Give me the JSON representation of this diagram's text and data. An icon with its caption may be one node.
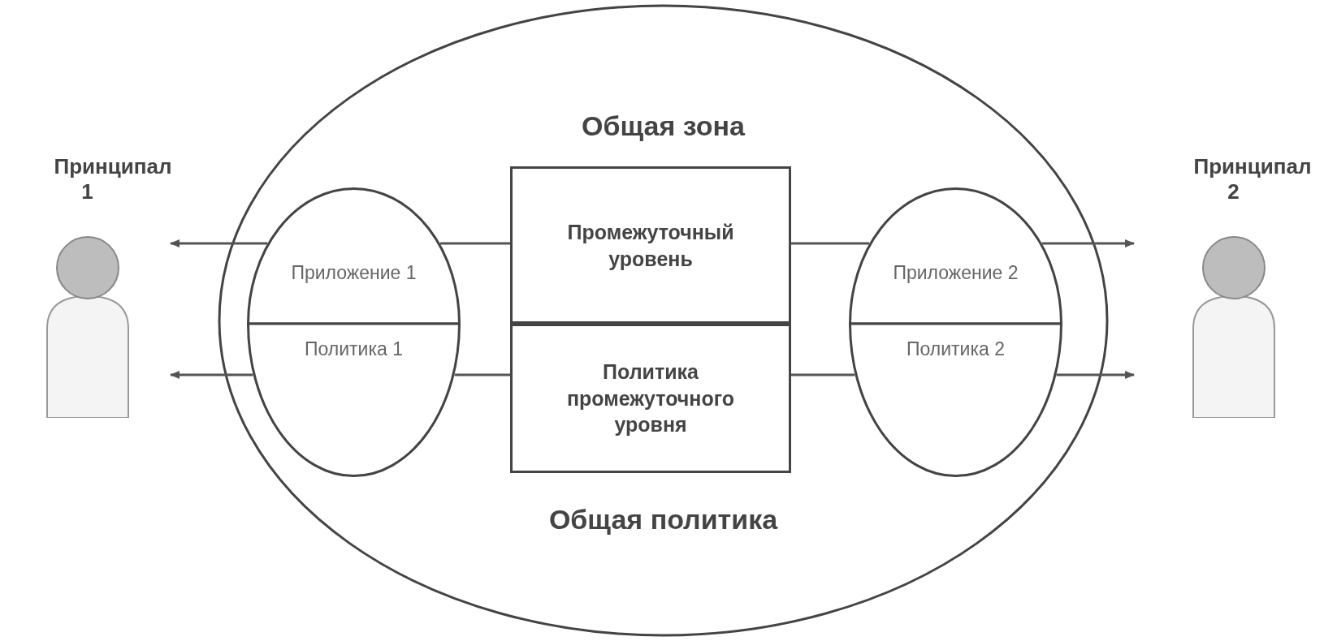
{
  "diagram": {
    "nodes": [
      {
        "text": [
          "Общая зона",
          "Общая политика"
        ]
      },
      {
        "text": [
          "Принципал 1"
        ]
      },
      {
        "text": [
          "Приложение 1"
        ],
        "in": 0
      },
      {
        "text": [
          "Политика 1"
        ],
        "in": 0
      },
      {
        "text": [
          "Промежуточный уровень"
        ],
        "in": 0
      },
      {
        "text": [
          "Политика промежуточного уровня"
        ],
        "in": 0
      },
      {
        "text": [
          "Приложение 2"
        ],
        "in": 0
      },
      {
        "text": [
          "Политика 2"
        ],
        "in": 0
      },
      {
        "text": [
          "Принципал 2"
        ]
      }
    ],
    "edges": [
      {
        "from": 4,
        "to": 2,
        "arrow": "none"
      },
      {
        "from": 2,
        "to": 1,
        "arrow": "to"
      },
      {
        "from": 5,
        "to": 3,
        "arrow": "none"
      },
      {
        "from": 3,
        "to": 1,
        "arrow": "to"
      },
      {
        "from": 4,
        "to": 6,
        "arrow": "none"
      },
      {
        "from": 6,
        "to": 8,
        "arrow": "to"
      },
      {
        "from": 5,
        "to": 7,
        "arrow": "none"
      },
      {
        "from": 7,
        "to": 8,
        "arrow": "to"
      }
    ]
  }
}
